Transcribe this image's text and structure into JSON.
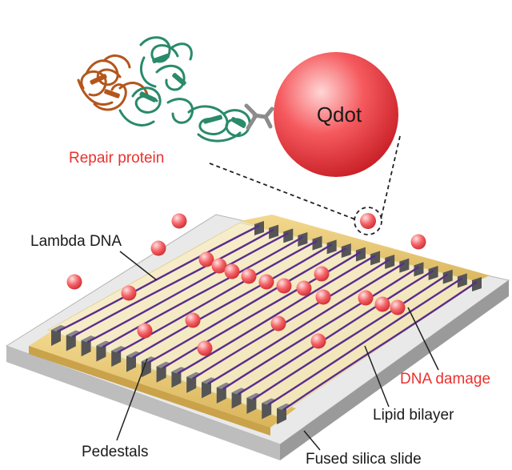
{
  "labels": {
    "qdot": "Qdot",
    "repair_protein": "Repair protein",
    "lambda_dna": "Lambda DNA",
    "dna_damage": "DNA damage",
    "lipid_bilayer": "Lipid bilayer",
    "pedestals": "Pedestals",
    "fused_silica_slide": "Fused silica slide"
  },
  "colors": {
    "label_red": "#e8322e",
    "label_dark": "#1a1a1a",
    "dna_strand": "#5a2d8c",
    "qdot_fill": "#f0444a",
    "bilayer": "#f5ecc6",
    "pedestal": "#555555",
    "slide": "#d6d6d6",
    "protein_brown": "#b4561c",
    "protein_green": "#2a8a6a"
  },
  "icons": [
    "repair-protein-structure",
    "antibody-icon",
    "qdot-sphere"
  ]
}
